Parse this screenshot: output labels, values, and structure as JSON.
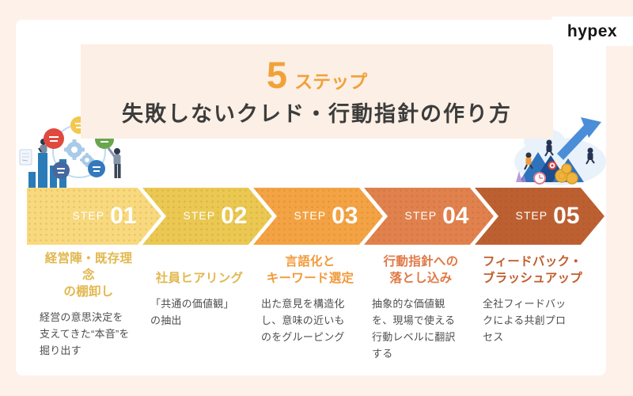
{
  "page": {
    "background_color": "#fdf1ea",
    "card_color": "#ffffff"
  },
  "logo": {
    "text": "hypex"
  },
  "header": {
    "count": "5",
    "count_suffix": "ステップ",
    "title": "失敗しないクレド・行動指針の作り方",
    "accent_color": "#f0a239",
    "title_color": "#3c3c3c",
    "banner_color": "#fcefe5"
  },
  "steps": [
    {
      "label": "STEP",
      "number": "01",
      "chevron_color": "#f8d97d",
      "heading_color": "#e2b84e",
      "heading_lines": [
        "経営陣・既存理念",
        "の棚卸し"
      ],
      "description": "経営の意思決定を支えてきた“本音”を掘り出す"
    },
    {
      "label": "STEP",
      "number": "02",
      "chevron_color": "#eac851",
      "heading_color": "#e2b84e",
      "heading_lines": [
        "社員ヒアリング"
      ],
      "description": "「共通の価値観」の抽出"
    },
    {
      "label": "STEP",
      "number": "03",
      "chevron_color": "#f3a343",
      "heading_color": "#f09b3c",
      "heading_lines": [
        "言語化と",
        "キーワード選定"
      ],
      "description": "出た意見を構造化し、意味の近いものをグルーピング"
    },
    {
      "label": "STEP",
      "number": "04",
      "chevron_color": "#e0814e",
      "heading_color": "#e07946",
      "heading_lines": [
        "行動指針への",
        "落とし込み"
      ],
      "description": "抽象的な価値観を、現場で使える行動レベルに翻訳する"
    },
    {
      "label": "STEP",
      "number": "05",
      "chevron_color": "#bc6032",
      "heading_color": "#c05f2d",
      "heading_lines": [
        "フィードバック・",
        "ブラッシュアップ"
      ],
      "description": "全社フィードバックによる共創プロセス"
    }
  ],
  "illustrations": {
    "left": "people-ideas-collaboration-illustration",
    "right": "growth-arrow-climbers-illustration"
  }
}
